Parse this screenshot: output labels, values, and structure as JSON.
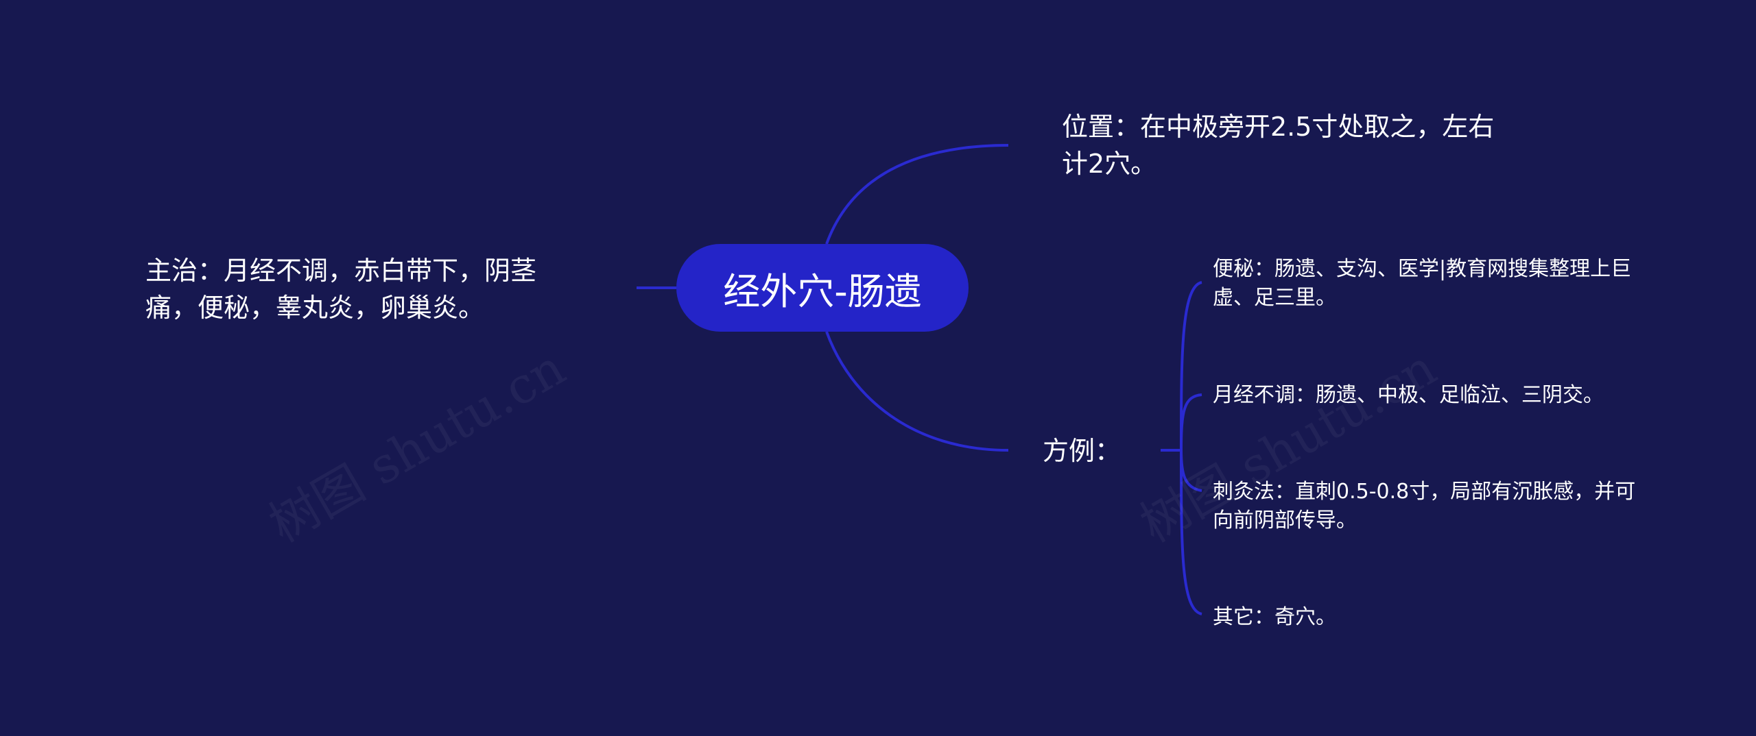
{
  "mindmap": {
    "central": {
      "label": "经外穴-肠遗"
    },
    "branches": [
      {
        "id": "location",
        "label": "位置：在中极旁开2.5寸处取之，左右计2穴。"
      },
      {
        "id": "indication",
        "label": "主治：月经不调，赤白带下，阴茎痛，便秘，睾丸炎，卵巢炎。"
      },
      {
        "id": "fangli",
        "label": "方例：",
        "children": [
          {
            "label": "便秘：肠遗、支沟、医学|教育网搜集整理上巨虚、足三里。"
          },
          {
            "label": "月经不调：肠遗、中极、足临泣、三阴交。"
          },
          {
            "label": "刺灸法：直刺0.5-0.8寸，局部有沉胀感，并可向前阴部传导。"
          },
          {
            "label": "其它：奇穴。"
          }
        ]
      }
    ]
  },
  "watermark": {
    "text": "树图 shutu.cn"
  },
  "colors": {
    "background": "#171850",
    "central_fill": "#2424c8",
    "connector": "#2a2ad0",
    "text": "#ffffff"
  }
}
